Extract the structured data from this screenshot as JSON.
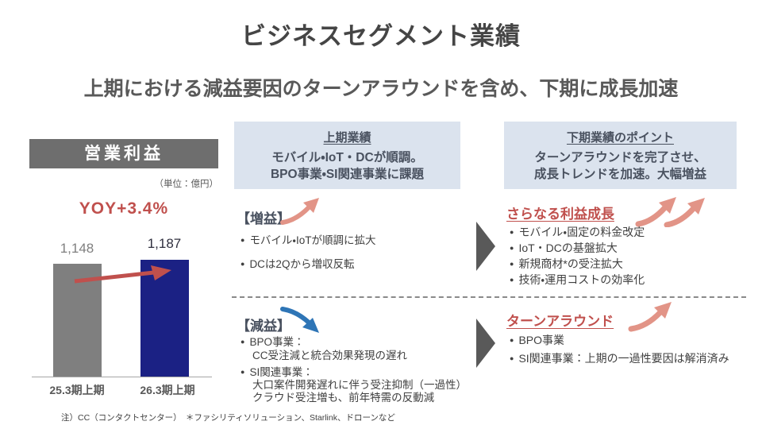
{
  "slide": {
    "title": "ビジネスセグメント業績",
    "subtitle": "上期における減益要因のターンアラウンドを含め、下期に成長加速",
    "footnote": "注）CC（コンタクトセンター）　＊ファシリティソリューション、Starlink、ドローンなど"
  },
  "left_panel": {
    "header": "営業利益",
    "unit": "（単位：億円）",
    "yoy": "YOY+3.4%"
  },
  "chart_data": {
    "type": "bar",
    "title": "営業利益",
    "unit": "億円",
    "annotation": "YOY+3.4%",
    "categories": [
      "25.3期上期",
      "26.3期上期"
    ],
    "values": [
      1148,
      1187
    ],
    "value_labels": [
      "1,148",
      "1,187"
    ],
    "bar_colors": [
      "#7f7f7f",
      "#1b2184"
    ],
    "ylim": [
      0,
      1250
    ],
    "grid": false,
    "legend": false
  },
  "middle_panel": {
    "header_title": "上期業績",
    "header_line1": "モバイル・IoT・DCが順調。",
    "header_line2": "BPO事業・SI関連事業に課題",
    "increase": {
      "label": "【増益】",
      "bullets": [
        "モバイル・IoTが順調に拡大",
        "DCは2Qから増収反転"
      ]
    },
    "decrease": {
      "label": "【減益】",
      "bullet1_title": "BPO事業：",
      "bullet1_desc": "CC受注減と統合効果発現の遅れ",
      "bullet2_title": "SI関連事業：",
      "bullet2_desc1": "大口案件開発遅れに伴う受注抑制（一過性）",
      "bullet2_desc2": "クラウド受注増も、前年特需の反動減"
    }
  },
  "right_panel": {
    "header_title": "下期業績のポイント",
    "header_line1": "ターンアラウンドを完了させ、",
    "header_line2": "成長トレンドを加速。大幅増益",
    "growth": {
      "title": "さらなる利益成長",
      "bullets": [
        "モバイル・固定の料金改定",
        "IoT・DCの基盤拡大",
        "新規商材*の受注拡大",
        "技術・運用コストの効率化"
      ]
    },
    "turnaround": {
      "title": "ターンアラウンド",
      "bullets": [
        "BPO事業",
        "SI関連事業：上期の一過性要因は解消済み"
      ]
    }
  },
  "colors": {
    "accent_red": "#c0504d",
    "bar_gray": "#7f7f7f",
    "bar_navy": "#1b2184",
    "panel_blue": "#dbe3ee",
    "arrow_pink": "#e29487",
    "arrow_blue": "#2e75b6",
    "triangle_gray": "#595959"
  }
}
